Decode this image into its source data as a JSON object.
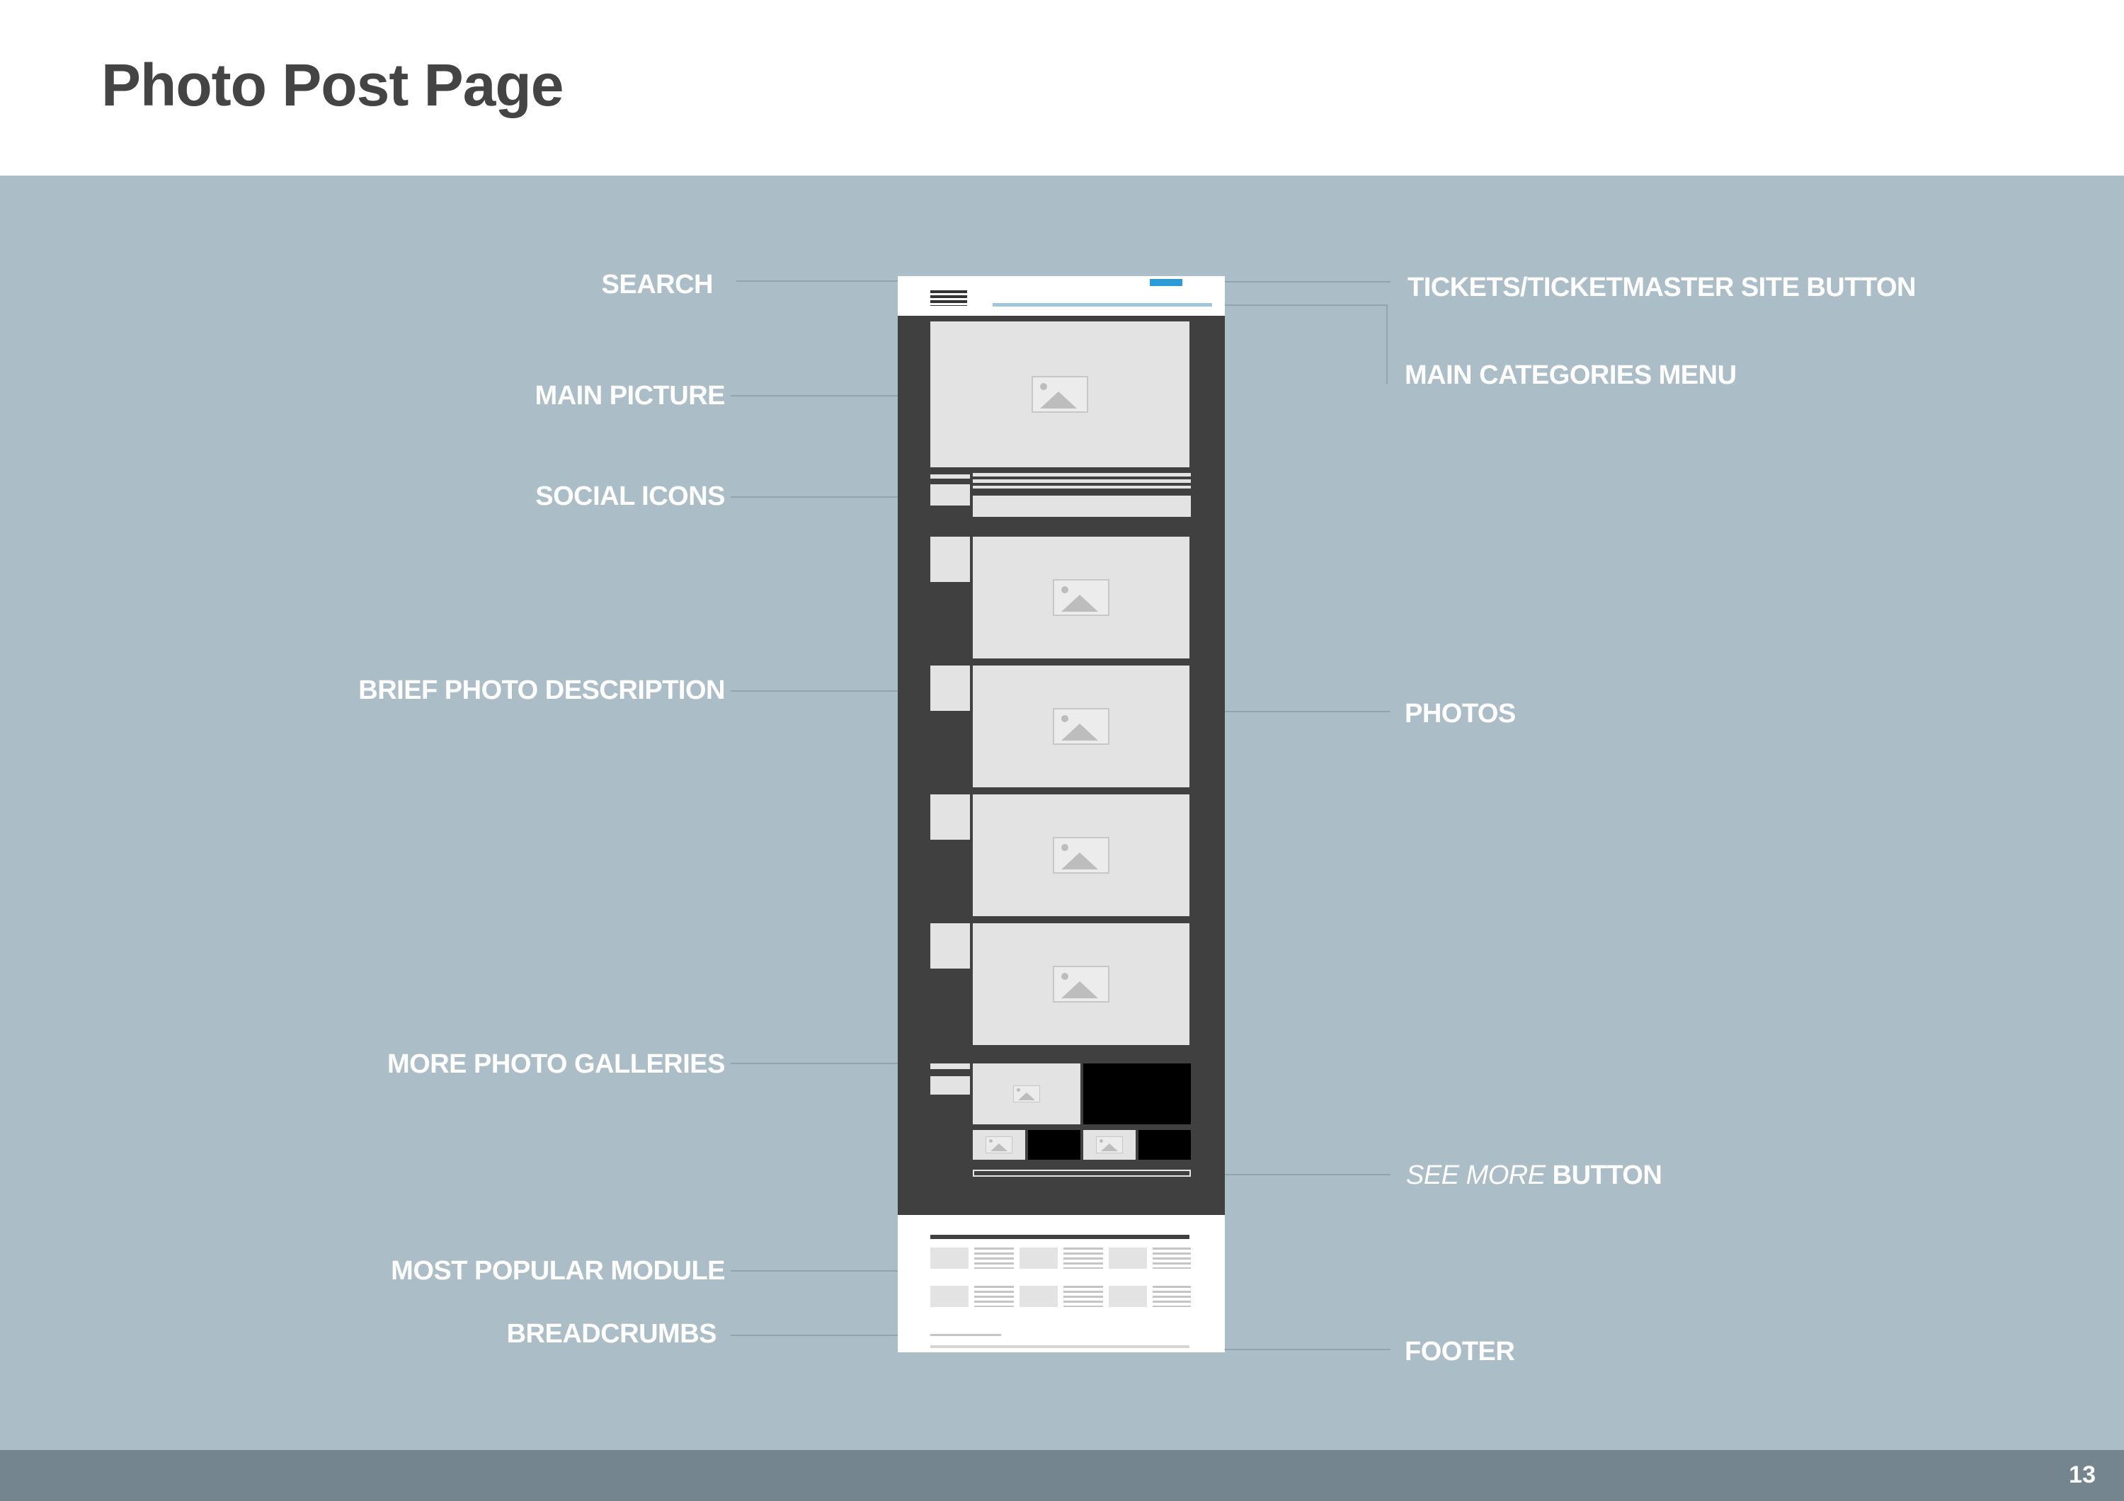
{
  "slide": {
    "title": "Photo Post Page",
    "page_number": "13"
  },
  "labels": {
    "search": "SEARCH",
    "main_picture": "MAIN PICTURE",
    "social_icons": "SOCIAL ICONS",
    "brief_photo_description": "BRIEF PHOTO DESCRIPTION",
    "more_photo_galleries": "MORE PHOTO GALLERIES",
    "most_popular_module": "MOST POPULAR MODULE",
    "breadcrumbs": "BREADCRUMBS",
    "tickets_button": "TICKETS/TICKETMASTER SITE BUTTON",
    "main_categories_menu": "MAIN CATEGORIES MENU",
    "photos": "PHOTOS",
    "see_more_italic": "SEE MORE",
    "see_more_bold": "BUTTON",
    "footer": "FOOTER"
  },
  "colors": {
    "canvas_bg": "#abbdc7",
    "footer_bar": "#75858f",
    "phone_dark": "#404040",
    "placeholder": "#e3e3e3",
    "tickets_accent": "#2d9ad8"
  }
}
